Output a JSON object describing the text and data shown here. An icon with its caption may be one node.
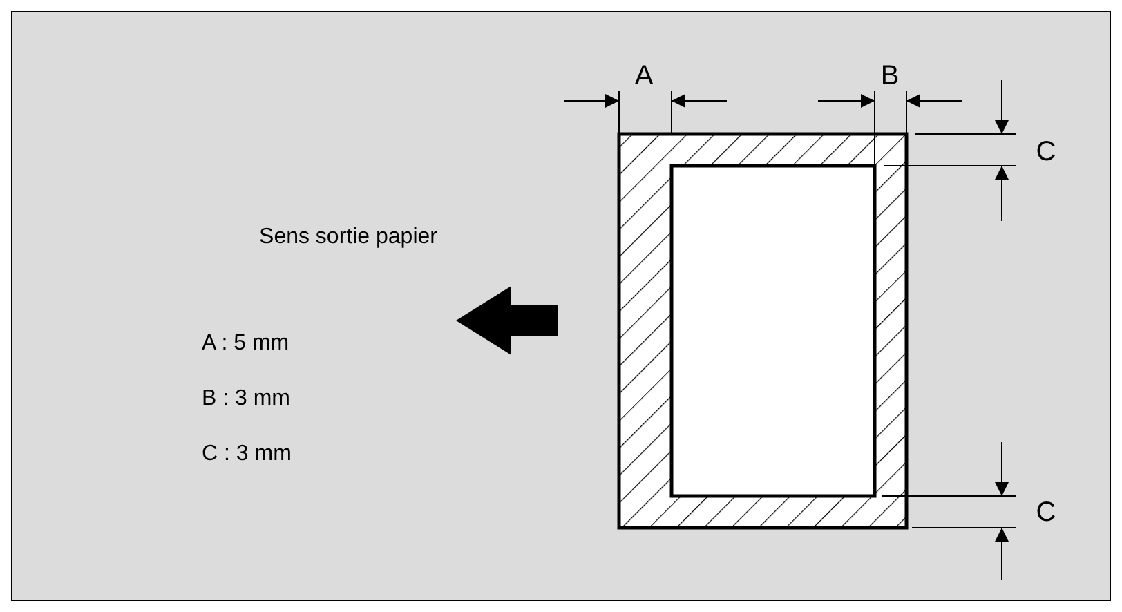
{
  "diagram": {
    "labels": [
      "A",
      "B",
      "C",
      "Sens sortie papier",
      "A : 5 mm",
      "B : 3 mm",
      "C : 3 mm",
      "C"
    ]
  }
}
